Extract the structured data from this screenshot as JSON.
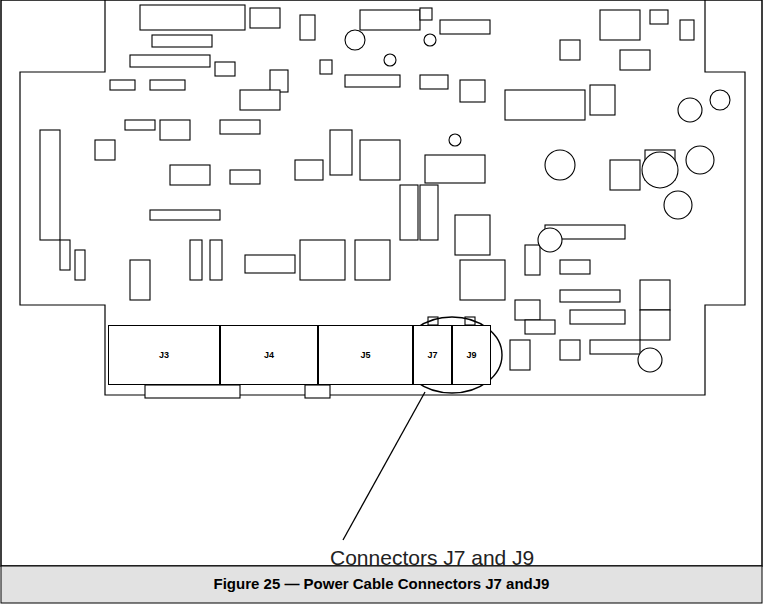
{
  "diagram": {
    "caption": "Figure 25 — Power Cable Connectors J7 andJ9",
    "nodes": [
      {
        "text": [
          "J3"
        ]
      },
      {
        "text": [
          "J4"
        ]
      },
      {
        "text": [
          "J5"
        ]
      },
      {
        "text": [
          "J7"
        ]
      },
      {
        "text": [
          "J9"
        ]
      }
    ],
    "labels": [
      "Connectors J7 and J9"
    ]
  }
}
